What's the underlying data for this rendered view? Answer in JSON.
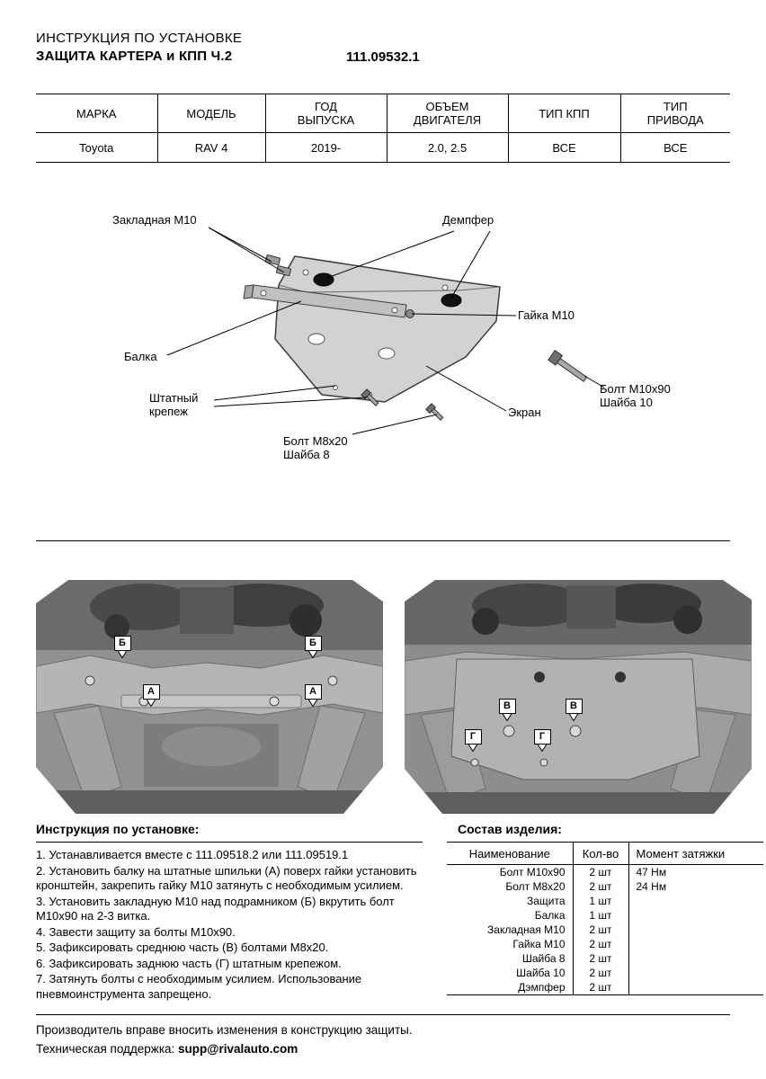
{
  "header": {
    "line1": "ИНСТРУКЦИЯ ПО УСТАНОВКЕ",
    "line2": "ЗАЩИТА КАРТЕРА и КПП Ч.2",
    "part_number": "111.09532.1"
  },
  "vehicle_table": {
    "columns": [
      "МАРКА",
      "МОДЕЛЬ",
      "ГОД\nВЫПУСКА",
      "ОБЪЕМ\nДВИГАТЕЛЯ",
      "ТИП КПП",
      "ТИП\nПРИВОДА"
    ],
    "row": [
      "Toyota",
      "RAV 4",
      "2019-",
      "2.0, 2.5",
      "ВСЕ",
      "ВСЕ"
    ]
  },
  "diagram": {
    "labels": {
      "zakladnaya": "Закладная М10",
      "dempfer": "Демпфер",
      "gaika": "Гайка М10",
      "balka": "Балка",
      "shtatny": "Штатный\nкрепеж",
      "bolt_m8": "Болт М8х20\nШайба 8",
      "ekran": "Экран",
      "bolt_m10": "Болт М10х90\nШайба 10"
    }
  },
  "photos": {
    "left": {
      "callouts": [
        "Б",
        "Б",
        "А",
        "А"
      ]
    },
    "right": {
      "callouts": [
        "В",
        "В",
        "Г",
        "Г"
      ]
    }
  },
  "instructions": {
    "title": "Инструкция по установке:",
    "steps": [
      "1. Устанавливается вместе с 111.09518.2 или 111.09519.1",
      "2. Установить балку на штатные шпильки (А) поверх гайки установить кронштейн, закрепить гайку М10 затянуть с необходимым усилием.",
      "3. Установить закладную М10 над подрамником (Б) вкрутить болт М10х90 на 2-3 витка.",
      "4. Завести защиту за болты М10х90.",
      "5. Зафиксировать среднюю часть (В) болтами М8х20.",
      "6. Зафиксировать заднюю часть (Г) штатным крепежом.",
      "7. Затянуть болты с необходимым усилием. Использование пневмоинструмента запрещено."
    ]
  },
  "parts": {
    "title": "Состав изделия:",
    "columns": [
      "Наименование",
      "Кол-во",
      "Момент затяжки"
    ],
    "rows": [
      {
        "name": "Болт М10х90",
        "qty": "2 шт",
        "torque": "47 Нм"
      },
      {
        "name": "Болт М8х20",
        "qty": "2 шт",
        "torque": "24 Нм"
      },
      {
        "name": "Защита",
        "qty": "1 шт",
        "torque": ""
      },
      {
        "name": "Балка",
        "qty": "1 шт",
        "torque": ""
      },
      {
        "name": "Закладная М10",
        "qty": "2 шт",
        "torque": ""
      },
      {
        "name": "Гайка М10",
        "qty": "2 шт",
        "torque": ""
      },
      {
        "name": "Шайба 8",
        "qty": "2 шт",
        "torque": ""
      },
      {
        "name": "Шайба 10",
        "qty": "2 шт",
        "torque": ""
      },
      {
        "name": "Дэмпфер",
        "qty": "2 шт",
        "torque": ""
      }
    ]
  },
  "footer": {
    "line1": "Производитель вправе вносить изменения в конструкцию защиты.",
    "line2_prefix": "Техническая поддержка: ",
    "email": "supp@rivalauto.com"
  },
  "colors": {
    "ink": "#000000",
    "photo_gray": "#919191",
    "plate_gray": "#d2d2d2"
  }
}
